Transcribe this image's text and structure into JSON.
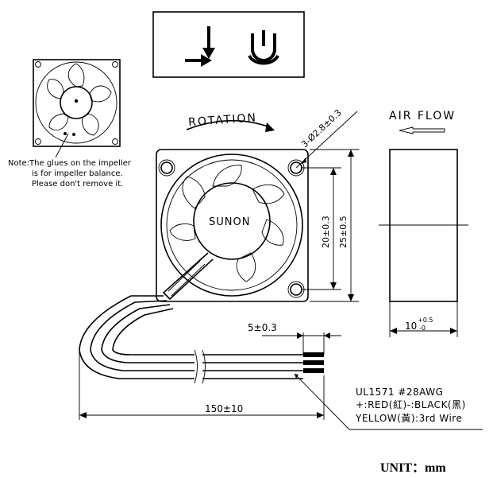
{
  "note": {
    "line1": "Note:The glues on the impeller",
    "line2": "is for impeller balance.",
    "line3": "Please don't remove it."
  },
  "labels": {
    "rotation": "ROTATION",
    "airflow": "AIR FLOW",
    "brand": "SUNON",
    "holes": "3-Ø2.8±0.3",
    "dim_20": "20±0.3",
    "dim_25": "25±0.5",
    "dim_5": "5±0.3",
    "dim_150": "150±10",
    "dim_10": "10",
    "dim_10_tol_plus": "+0.5",
    "dim_10_tol_minus": "-0"
  },
  "wire_spec": {
    "line1": "UL1571  #28AWG",
    "line2": "+:RED(紅)-:BLACK(黑)",
    "line3": "YELLOW(黃):3rd  Wire"
  },
  "unit": "UNIT：mm",
  "icons": [
    "flow-direction-arrows-icon",
    "ul-certification-mark-icon"
  ]
}
